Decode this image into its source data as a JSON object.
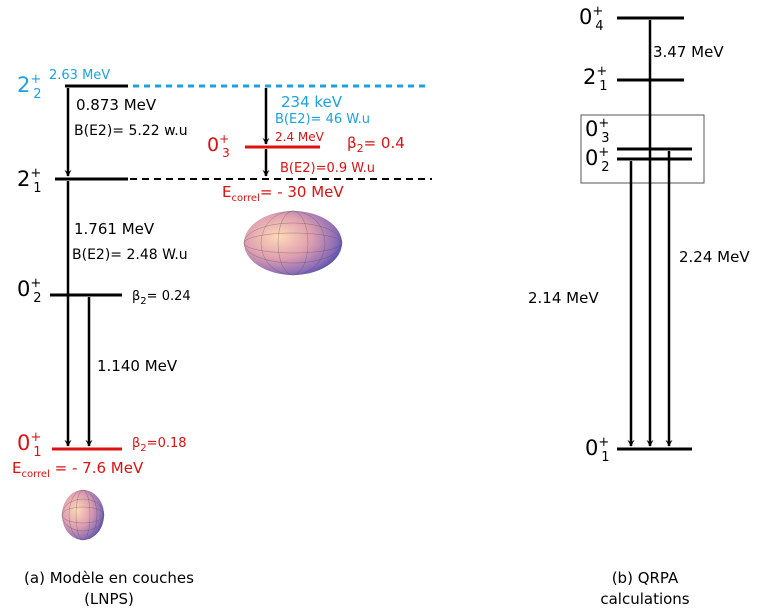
{
  "colors": {
    "black": "#000000",
    "cyan": "#1aa3e0",
    "red": "#dd1111"
  },
  "panel_a": {
    "caption_line1": "(a) Modèle en couches",
    "caption_line2": "(LNPS)",
    "level_2plus2": {
      "base": "2",
      "sup": "+",
      "sub": "2",
      "energy": "2.63 MeV"
    },
    "level_2plus1": {
      "base": "2",
      "sup": "+",
      "sub": "1"
    },
    "level_0plus2": {
      "base": "0",
      "sup": "+",
      "sub": "2",
      "beta_sym": "β",
      "beta_sub": "2",
      "beta_val": "= 0.24"
    },
    "level_0plus1": {
      "base": "0",
      "sup": "+",
      "sub": "1",
      "beta_sym": "β",
      "beta_sub": "2",
      "beta_val": "=0.18",
      "ecorrel_E": "E",
      "ecorrel_sub": "correl",
      "ecorrel_val": " = - 7.6 MeV"
    },
    "level_0plus3": {
      "base": "0",
      "sup": "+",
      "sub": "3",
      "energy": "2.4 MeV",
      "beta_sym": "β",
      "beta_sub": "2",
      "beta_val": "= 0.4",
      "be2": "B(E2)=0.9 W.u",
      "ecorrel_E": "E",
      "ecorrel_sub": "correl",
      "ecorrel_val": "= - 30 MeV"
    },
    "transition_873": {
      "energy": "0.873 MeV",
      "be2": "B(E2)= 5.22 w.u"
    },
    "transition_1761": {
      "energy": "1.761 MeV",
      "be2": "B(E2)= 2.48 W.u"
    },
    "transition_1140": {
      "energy": "1.140 MeV"
    },
    "transition_234": {
      "energy": "234 keV",
      "be2": "B(E2)= 46 W.u"
    }
  },
  "panel_b": {
    "caption_line1": "(b) QRPA",
    "caption_line2": "calculations",
    "level_0plus4": {
      "base": "0",
      "sup": "+",
      "sub": "4"
    },
    "level_2plus1": {
      "base": "2",
      "sup": "+",
      "sub": "1"
    },
    "level_0plus3": {
      "base": "0",
      "sup": "+",
      "sub": "3"
    },
    "level_0plus2": {
      "base": "0",
      "sup": "+",
      "sub": "2"
    },
    "level_0plus1": {
      "base": "0",
      "sup": "+",
      "sub": "1"
    },
    "transition_347": {
      "energy": "3.47 MeV"
    },
    "transition_214": {
      "energy": "2.14 MeV"
    },
    "transition_224": {
      "energy": "2.24 MeV"
    }
  }
}
